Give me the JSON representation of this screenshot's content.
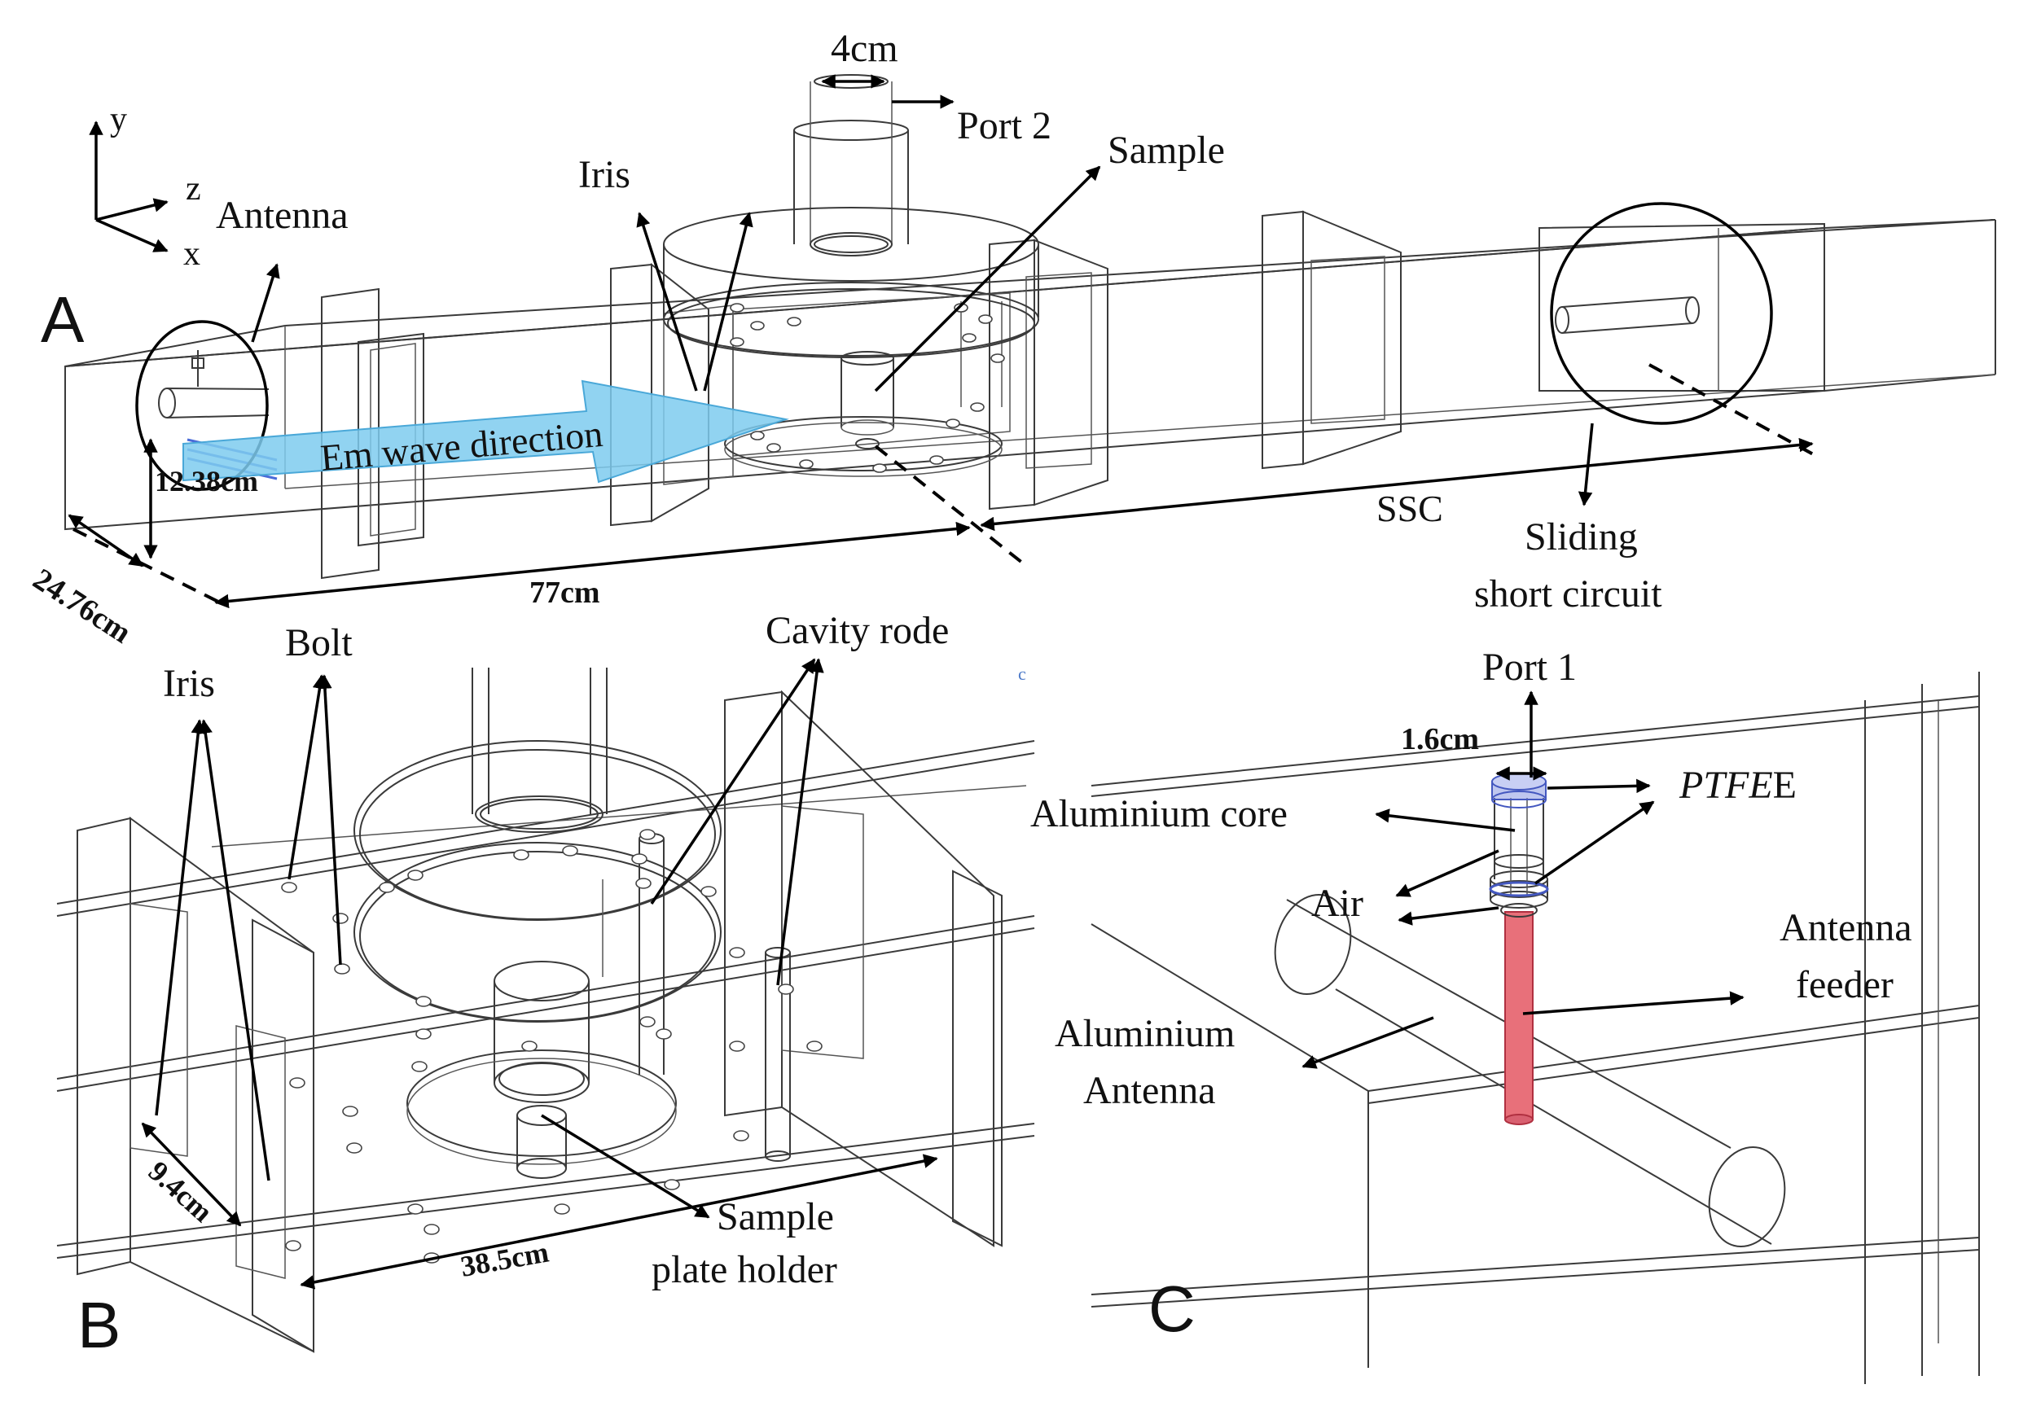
{
  "colors": {
    "wave_arrow": "#7ecbef",
    "wave_arrow_stroke": "#4aa8d8",
    "ptfe": "#7f8fe0",
    "antenna_feeder": "#e8707a",
    "line": "#3a3a3a"
  },
  "panel_a": {
    "letter": "A",
    "axes": {
      "y": "y",
      "z": "z",
      "x": "x"
    },
    "labels": {
      "antenna": "Antenna",
      "iris": "Iris",
      "port2_width": "4cm",
      "port2": "Port 2",
      "sample": "Sample",
      "wave": "Em wave direction",
      "dim_height": "12.38cm",
      "dim_width": "24.76cm",
      "dim_length": "77cm",
      "ssc": "SSC",
      "sliding_1": "Sliding",
      "sliding_2": "short circuit"
    }
  },
  "panel_b": {
    "letter": "B",
    "labels": {
      "iris": "Iris",
      "bolt": "Bolt",
      "cavity_rode": "Cavity rode",
      "dim_iris": "9.4cm",
      "dim_length": "38.5cm",
      "sample_1": "Sample",
      "sample_2": "plate holder"
    }
  },
  "panel_c": {
    "letter": "C",
    "labels": {
      "port1": "Port 1",
      "dim": "1.6cm",
      "ptfe_italic": "PTFE",
      "ptfe_tail": "E",
      "aluminium_core": "Aluminium core",
      "air": "Air",
      "antenna_feeder_1": "Antenna",
      "antenna_feeder_2": "feeder",
      "aluminium_antenna_1": "Aluminium",
      "aluminium_antenna_2": "Antenna"
    }
  },
  "stray_mark": "c"
}
